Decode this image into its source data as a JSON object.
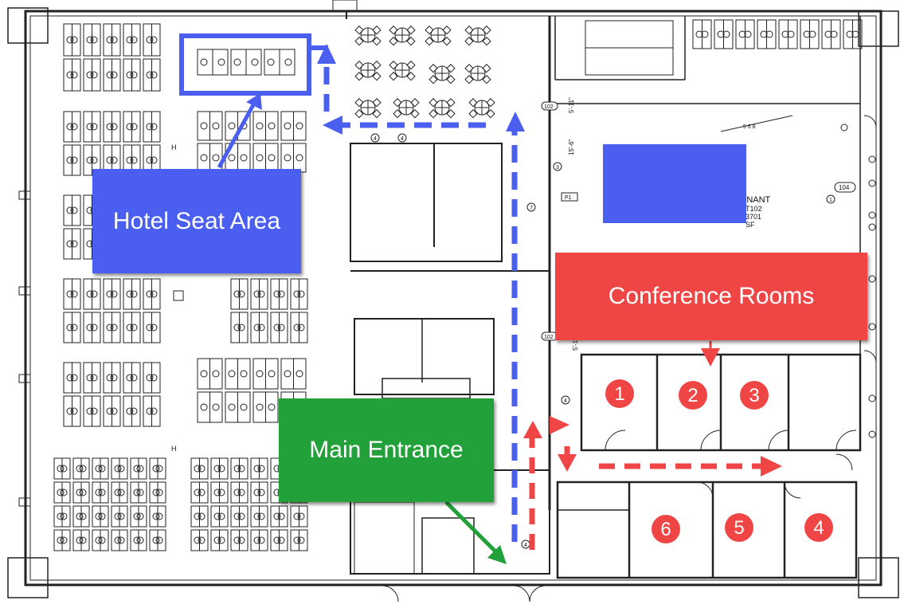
{
  "labels": {
    "hotel_seat_area": "Hotel Seat Area",
    "conference_rooms": "Conference Rooms",
    "main_entrance": "Main Entrance"
  },
  "rooms": [
    "1",
    "2",
    "3",
    "4",
    "5",
    "6"
  ],
  "plan_text": {
    "tenant": "ENANT",
    "suite": "T102",
    "area_code": "3701",
    "sf": "SF",
    "tag_104": "104",
    "tag_102": "102",
    "tag_102b": "102",
    "tag_p1": "P1",
    "tag_1": "1",
    "tag_7": "7",
    "tag_3": "3",
    "tag_4": "4",
    "tag_4b": "4",
    "tag_4c": "4",
    "tag_4d": "4",
    "dim_511": "5'-11\"",
    "dim_156": "15'-6\"",
    "dim_51": "5'-1\"",
    "tag_568": "5 6 8",
    "hline": "H",
    "hline2": "H"
  },
  "colors": {
    "blue": "#4a5ff0",
    "red": "#f04545",
    "green": "#22a03a",
    "line": "#222222"
  }
}
